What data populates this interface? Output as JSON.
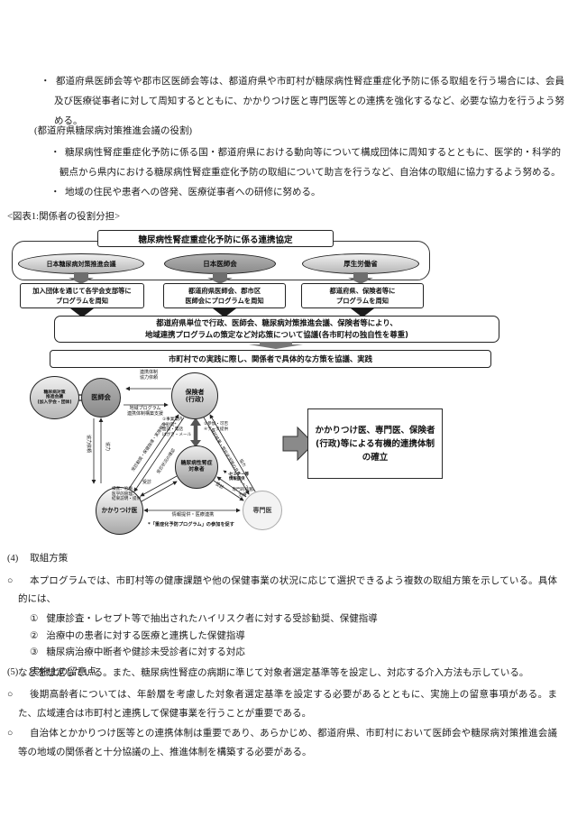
{
  "doc": {
    "top_bullet": {
      "marker": "・",
      "text": "都道府県医師会等や郡市区医師会等は、都道府県や市町村が糖尿病性腎症重症化予防に係る取組を行う場合には、会員及び医療従事者に対して周知するとともに、かかりつけ医と専門医等との連携を強化するなど、必要な協力を行うよう努める。"
    },
    "council": {
      "heading": "(都道府県糖尿病対策推進会議の役割)",
      "bullets": [
        {
          "marker": "・",
          "text": "糖尿病性腎症重症化予防に係る国・都道府県における動向等について構成団体に周知するとともに、医学的・科学的観点から県内における糖尿病性腎症重症化予防の取組について助言を行うなど、自治体の取組に協力するよう努める。"
        },
        {
          "marker": "・",
          "text": "地域の住民や患者への啓発、医療従事者への研修に努める。"
        }
      ]
    },
    "figure": {
      "caption": "<図表1:関係者の役割分担>",
      "agreement_title": "糖尿病性腎症重症化予防に係る連携協定",
      "orgs": [
        {
          "label": "日本糖尿病対策推進会議"
        },
        {
          "label": "日本医師会"
        },
        {
          "label": "厚生労働省"
        }
      ],
      "program_boxes": [
        "加入団体を通じて各学会支部等に\nプログラムを周知",
        "都道府県医師会、郡市区\n医師会にプログラムを周知",
        "都道府県、保険者等に\nプログラムを周知"
      ],
      "pref_box": "都道府県単位で行政、医師会、糖尿病対策推進会議、保険者等により、\n地域連携プログラムの策定など対応策について協議(各市町村の独自性を尊重)",
      "city_box": "市町村での実践に際し、関係者で具体的な方策を協議、実践",
      "network": {
        "nodes": {
          "suishin": "糖尿病対策\n推進会議\n(加入学会・団体)",
          "ishikai": "医師会",
          "hokensha": "保険者\n(行政)",
          "taishosha": "糖尿病性腎症\n対象者",
          "kakaritsuke": "かかりつけ医",
          "senmon": "専門医"
        },
        "edge_labels": {
          "renkei": "連携体制\n協力依頼",
          "chiiki": "地域プログラム\n連携体制構築支援",
          "kyoryoku_irai": "協力依頼",
          "kyoryoku": "協力",
          "jigyo": "①事業案内\n③勧奨*\n面談・電話\nはがき・メール",
          "sanka": "②参加・可否\n④データ提供",
          "hokoku": "受診勧奨・保健指導・実施報告",
          "kakunin": "受診状況の確認",
          "jushin1": "受診",
          "kensa": "検査、治療、\n医学的管理、\n結果説明・提供",
          "jushin2": "受診",
          "senmon_kensa": "専門的検査\n治療",
          "seminar": "セミナー等\n情報提供",
          "kyoyu": "健診結果・受診状況等の共有",
          "kyoryoku2": "協力",
          "joho": "情報提供・医療連携"
        },
        "note": "*「重症化予防プログラム」の参加を促す",
        "result_box": "かかりつけ医、専門医、保険者(行政)等による有機的連携体制の確立"
      },
      "colors": {
        "ellipse_light": "#c9c9c9",
        "ellipse_dark": "#969696",
        "arrow_gray": "#6e6e6e",
        "big_arrow": "#8a8a8a"
      }
    },
    "section4": {
      "num": "(4)",
      "title": "取組方策",
      "lead_marker": "○",
      "lead": "本プログラムでは、市町村等の健康課題や他の保健事業の状況に応じて選択できるよう複数の取組方策を示している。具体的には、",
      "items": [
        {
          "marker": "①",
          "text": "健康診査・レセプト等で抽出されたハイリスク者に対する受診勧奨、保健指導"
        },
        {
          "marker": "②",
          "text": "治療中の患者に対する医療と連携した保健指導"
        },
        {
          "marker": "③",
          "text": "糖尿病治療中断者や健診未受診者に対する対応"
        }
      ],
      "closing": "などを想定している。また、糖尿病性腎症の病期に準じて対象者選定基準等を設定し、対応する介入方法も示している。"
    },
    "section5": {
      "num": "(5)",
      "title": "実施上の留意点",
      "paras": [
        {
          "marker": "○",
          "text": "後期高齢者については、年齢層を考慮した対象者選定基準を設定する必要があるとともに、実施上の留意事項がある。また、広域連合は市町村と連携して保健事業を行うことが重要である。"
        },
        {
          "marker": "○",
          "text": "自治体とかかりつけ医等との連携体制は重要であり、あらかじめ、都道府県、市町村において医師会や糖尿病対策推進会議等の地域の関係者と十分協議の上、推進体制を構築する必要がある。"
        }
      ]
    }
  }
}
